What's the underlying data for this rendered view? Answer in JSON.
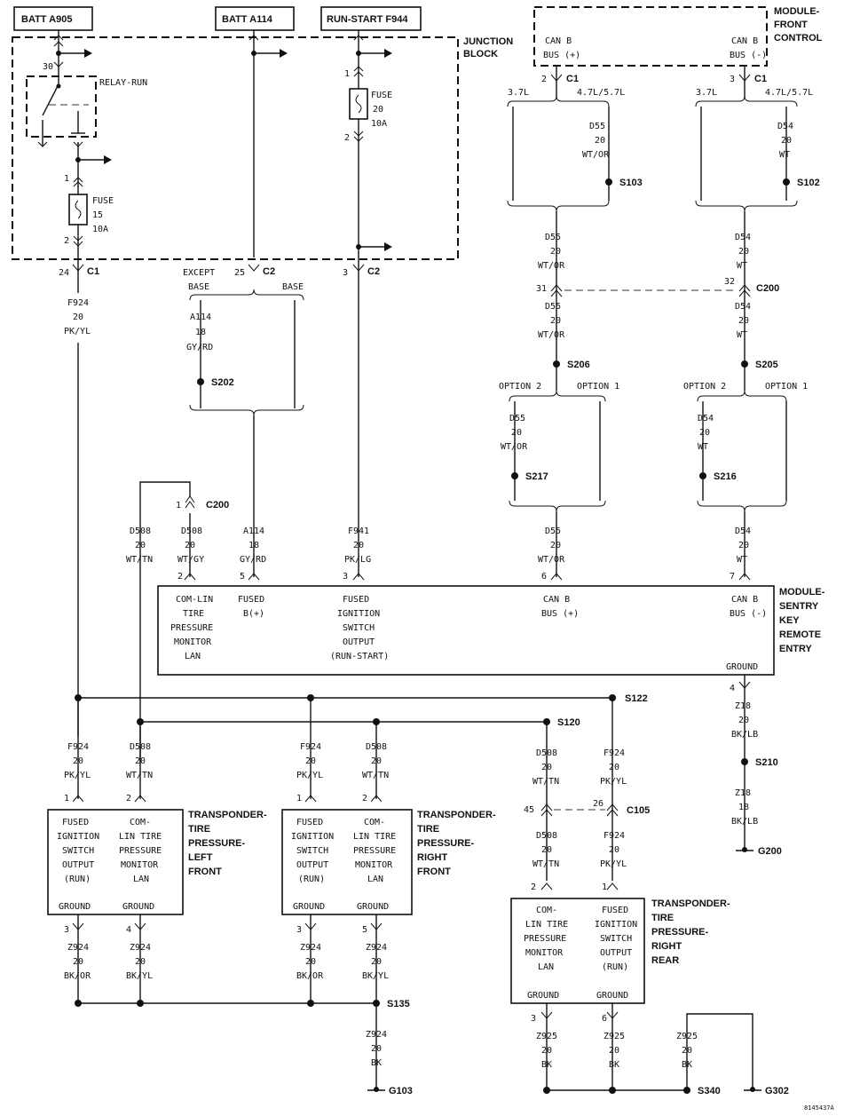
{
  "sources": {
    "batt_a905": "BATT A905",
    "batt_a114": "BATT A114",
    "run_start": "RUN-START F944"
  },
  "junction_block": {
    "line1": "JUNCTION",
    "line2": "BLOCK"
  },
  "relay": "RELAY-RUN",
  "fuse15": {
    "l1": "FUSE",
    "l2": "15",
    "l3": "10A"
  },
  "fuse20": {
    "l1": "FUSE",
    "l2": "20",
    "l3": "10A"
  },
  "pins": {
    "p30": "30",
    "p1": "1",
    "p2": "2",
    "p24": "24",
    "p25": "25",
    "p3": "3",
    "p31": "31",
    "p32": "32",
    "p6": "6",
    "p7": "7",
    "p4": "4",
    "p5": "5",
    "p45": "45",
    "p26": "26"
  },
  "conn": {
    "c1": "C1",
    "c2": "C2",
    "c200": "C200",
    "c105": "C105"
  },
  "except_base": {
    "l1": "EXCEPT",
    "l2": "BASE"
  },
  "base": "BASE",
  "w_f924": {
    "c": "F924",
    "g": "20",
    "col": "PK/YL"
  },
  "w_a114_18": {
    "c": "A114",
    "g": "18",
    "col": "GY/RD"
  },
  "w_a114_18b": {
    "c": "A114",
    "g": "18",
    "col": "GY/RD"
  },
  "w_f941": {
    "c": "F941",
    "g": "20",
    "col": "PK/LG"
  },
  "w_d508_wttn": {
    "c": "D508",
    "g": "20",
    "col": "WT/TN"
  },
  "w_d508_wtgy": {
    "c": "D508",
    "g": "20",
    "col": "WT/GY"
  },
  "w_d55": {
    "c": "D55",
    "g": "20",
    "col": "WT/OR"
  },
  "w_d54": {
    "c": "D54",
    "g": "20",
    "col": "WT"
  },
  "w_z18_20": {
    "c": "Z18",
    "g": "20",
    "col": "BK/LB"
  },
  "w_z18_18": {
    "c": "Z18",
    "g": "18",
    "col": "BK/LB"
  },
  "w_z924_bkor": {
    "c": "Z924",
    "g": "20",
    "col": "BK/OR"
  },
  "w_z924_bkyl": {
    "c": "Z924",
    "g": "20",
    "col": "BK/YL"
  },
  "w_z924_bk": {
    "c": "Z924",
    "g": "20",
    "col": "BK"
  },
  "w_z925_bk": {
    "c": "Z925",
    "g": "20",
    "col": "BK"
  },
  "splices": {
    "s103": "S103",
    "s102": "S102",
    "s202": "S202",
    "s206": "S206",
    "s205": "S205",
    "s217": "S217",
    "s216": "S216",
    "s122": "S122",
    "s120": "S120",
    "s210": "S210",
    "s135": "S135",
    "s340": "S340"
  },
  "grounds": {
    "g200": "G200",
    "g103": "G103",
    "g302": "G302"
  },
  "engine": {
    "e37": "3.7L",
    "e47": "4.7L/5.7L"
  },
  "option": {
    "o2": "OPTION 2",
    "o1": "OPTION 1"
  },
  "mfc": {
    "title1": "MODULE-",
    "title2": "FRONT",
    "title3": "CONTROL",
    "canp1": "CAN B",
    "canp2": "BUS (+)",
    "canm1": "CAN B",
    "canm2": "BUS (-)"
  },
  "skrem": {
    "title": [
      "MODULE-",
      "SENTRY",
      "KEY",
      "REMOTE",
      "ENTRY"
    ],
    "comlin": [
      "COM-LIN",
      "TIRE",
      "PRESSURE",
      "MONITOR",
      "LAN"
    ],
    "fused_b": [
      "FUSED",
      "B(+)"
    ],
    "fused_ign": [
      "FUSED",
      "IGNITION",
      "SWITCH",
      "OUTPUT",
      "(RUN-START)"
    ],
    "canp": [
      "CAN B",
      "BUS (+)"
    ],
    "canm": [
      "CAN B",
      "BUS (-)"
    ],
    "ground": "GROUND"
  },
  "tx": {
    "fused_run": [
      "FUSED",
      "IGNITION",
      "SWITCH",
      "OUTPUT",
      "(RUN)"
    ],
    "comlin_a": [
      "COM-",
      "LIN TIRE",
      "PRESSURE",
      "MONITOR",
      "LAN"
    ],
    "comlin_b": [
      "COM-",
      "LIN TIRE",
      "PRESSURE",
      "MONITOR",
      "LAN"
    ],
    "ground": "GROUND",
    "lf_title": [
      "TRANSPONDER-",
      "TIRE",
      "PRESSURE-",
      "LEFT",
      "FRONT"
    ],
    "rf_title": [
      "TRANSPONDER-",
      "TIRE",
      "PRESSURE-",
      "RIGHT",
      "FRONT"
    ],
    "rr_title": [
      "TRANSPONDER-",
      "TIRE",
      "PRESSURE-",
      "RIGHT",
      "REAR"
    ]
  },
  "code": "8145437A"
}
